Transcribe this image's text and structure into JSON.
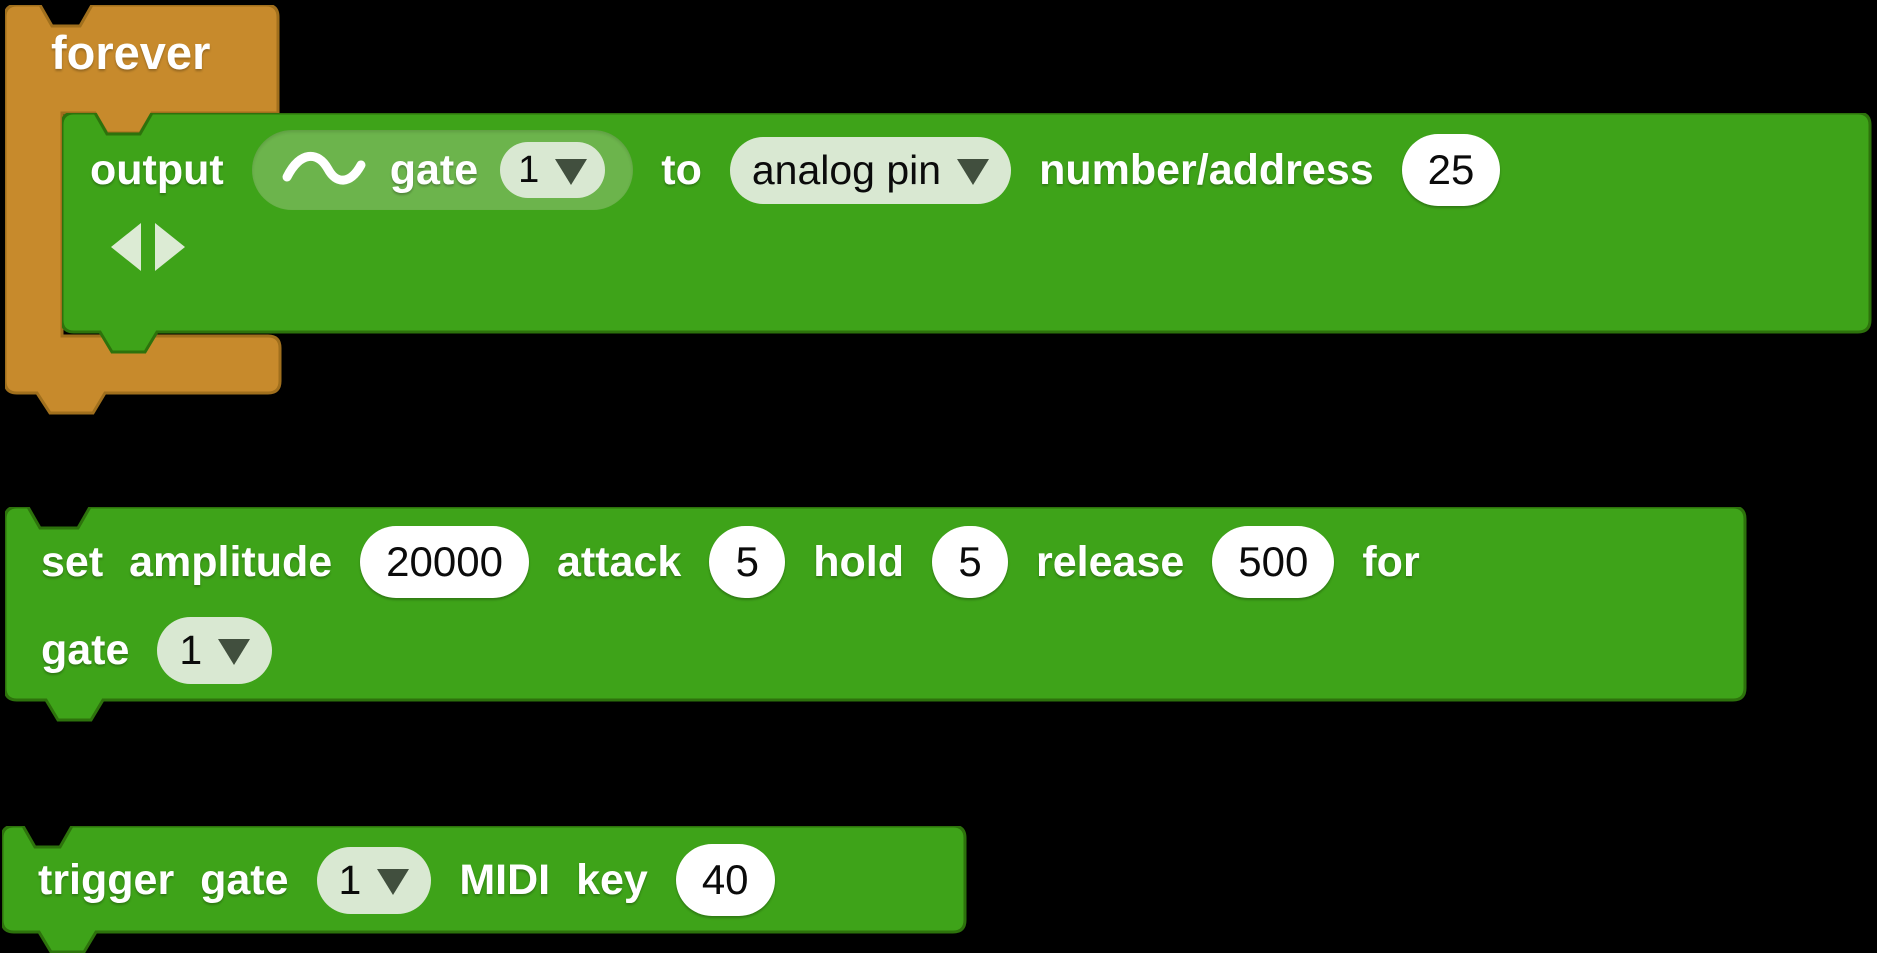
{
  "app": {
    "name": "MicroBlocks script area"
  },
  "colors": {
    "canvas_black": "#000000",
    "control_orange": "#C78A2C",
    "control_orange_border": "#A06F1D",
    "command_green": "#3EA319",
    "command_green_border": "#2D720C",
    "reporter_green": "#6CB44C",
    "menu_pill_green": "#D9E8D2",
    "dropdown_arrow_dark": "#414F3E",
    "input_pill_white": "#FFFFFF",
    "expand_arrow_pale": "#DCEBD4"
  },
  "blocks": {
    "forever": {
      "label": "forever"
    },
    "output": {
      "label_output": "output",
      "wave_reporter": {
        "icon": "sine-wave-icon",
        "label_gate": "gate",
        "gate_value": "1"
      },
      "label_to": "to",
      "target_dropdown_value": "analog pin",
      "label_number_address": "number/address",
      "address_value": "25",
      "expander_icon": "left-right-arrows-icon"
    },
    "set_envelope": {
      "label_set_amplitude": "set amplitude",
      "amplitude_value": "20000",
      "label_attack": "attack",
      "attack_value": "5",
      "label_hold": "hold",
      "hold_value": "5",
      "label_release": "release",
      "release_value": "500",
      "label_for": "for",
      "label_gate": "gate",
      "gate_value": "1"
    },
    "trigger": {
      "label_trigger_gate": "trigger gate",
      "gate_value": "1",
      "label_midi_key": "MIDI key",
      "midi_key_value": "40"
    }
  }
}
